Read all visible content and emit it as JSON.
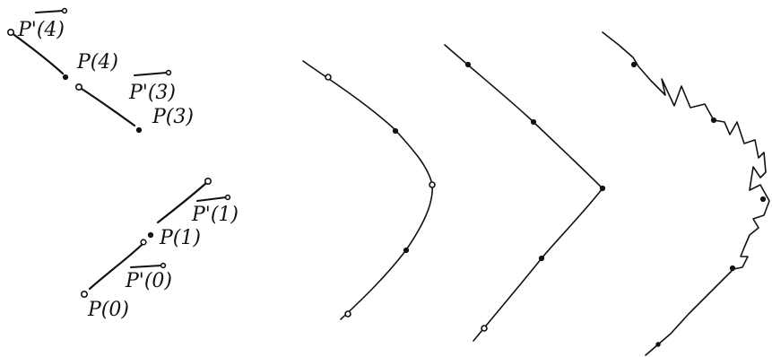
{
  "labels": {
    "p_prime_4": "P'(4)",
    "p_4": "P(4)",
    "p_prime_3": "P'(3)",
    "p_3": "P(3)",
    "p_prime_1": "P'(1)",
    "p_1": "P(1)",
    "p_prime_0": "P'(0)",
    "p_0": "P(0)"
  }
}
